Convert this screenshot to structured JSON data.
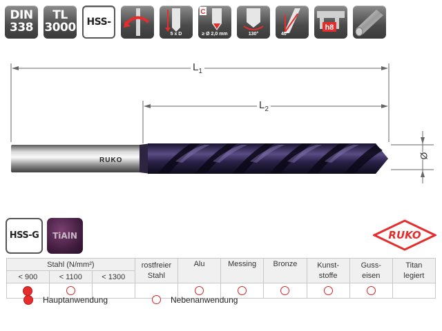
{
  "icons": {
    "din": "DIN 338",
    "din_line1": "DIN",
    "din_line2": "338",
    "tl_line1": "TL",
    "tl_line2": "3000",
    "hss": "HSS-G",
    "length_text": "5 x D",
    "dia_text": "≥ Ø 2,0 mm",
    "point_angle": "130°",
    "helix_angle": "40°",
    "tolerance": "h8",
    "c_label": "C"
  },
  "dimensions": {
    "l1": "L",
    "l1_sub": "1",
    "l2": "L",
    "l2_sub": "2",
    "diameter": "Ø"
  },
  "drill": {
    "brand": "RUKO"
  },
  "materials": {
    "base": "HSS-G",
    "coating": "TiAlN"
  },
  "logo": "RUKO",
  "table": {
    "stahl_label": "Stahl (N/mm²)",
    "columns": [
      "< 900",
      "< 1100",
      "< 1300",
      "rostfreier Stahl",
      "Alu",
      "Messing",
      "Bronze",
      "Kunst-stoffe",
      "Guss-eisen",
      "Titan legiert"
    ],
    "col_rostfrei_1": "rostfreier",
    "col_rostfrei_2": "Stahl",
    "col_kunst_1": "Kunst-",
    "col_kunst_2": "stoffe",
    "col_guss_1": "Guss-",
    "col_guss_2": "eisen",
    "col_titan_1": "Titan",
    "col_titan_2": "legiert",
    "usage": [
      "main",
      "secondary",
      "none",
      "none",
      "secondary",
      "secondary",
      "secondary",
      "secondary",
      "secondary",
      "none"
    ]
  },
  "legend": {
    "main": "Hauptanwendung",
    "secondary": "Nebenanwendung"
  },
  "colors": {
    "accent_red": "#e52d2d",
    "coating_purple": "#3a2a55"
  }
}
